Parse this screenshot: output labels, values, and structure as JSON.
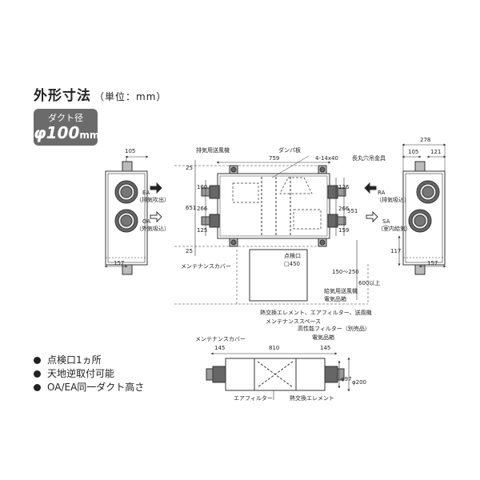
{
  "header": {
    "title": "外形寸法",
    "unit": "（単位：mm）"
  },
  "badge": {
    "label": "ダクト径",
    "value": "φ100",
    "unit": "mm"
  },
  "features": [
    "点検口1ヵ所",
    "天地逆取付可能",
    "OA/EA同一ダクト高さ"
  ],
  "side_left": {
    "dim_top": "105",
    "dim_bottom": "157",
    "ea_code": "EA",
    "ea_desc": "（排気吹出）",
    "oa_code": "OA",
    "oa_desc": "（外気吸込）"
  },
  "side_right": {
    "dim_total": "278",
    "dim_a": "105",
    "dim_b": "121",
    "dim_side": "117",
    "dim_bottom": "157",
    "ra_code": "RA",
    "ra_desc": "（排気吸込）",
    "sa_code": "SA",
    "sa_desc": "（室内給気）"
  },
  "top_view": {
    "label_exhaust_fan": "排気用送風機",
    "label_damper": "ダンパ板",
    "label_bolt": "4-14x40",
    "label_hanger": "長丸穴吊金具",
    "dim_width": "759",
    "dim_top_margin": "25",
    "dim_height": "651",
    "dim_160": "160",
    "dim_266_left": "266",
    "dim_125_left": "125",
    "dim_bottom_margin": "25",
    "dim_126": "126",
    "dim_266_right": "266",
    "dim_159": "159",
    "dim_551": "551",
    "label_inspection": "点検口",
    "label_inspection_size": "□450",
    "label_supply_fan": "給気用送風機",
    "label_electrical": "電気品箱",
    "label_maint_cover": "メンテナンスカバー",
    "label_clearance": "150～250",
    "label_clearance_min": "600以上",
    "label_maint_items": "熱交換エレメント、エアフィルター、送風機",
    "label_maint_space": "メンテナンススペース"
  },
  "front_view": {
    "label_maint_cover": "メンテナンスカバー",
    "label_hepa": "高性能フィルター（別売品）",
    "label_electrical": "電気品箱",
    "dim_width": "810",
    "dim_left": "145",
    "dim_right": "145",
    "dim_97": "φ97",
    "dim_200": "φ200",
    "label_air_filter": "エアフィルター",
    "label_heat_exchanger": "熱交換エレメント"
  }
}
